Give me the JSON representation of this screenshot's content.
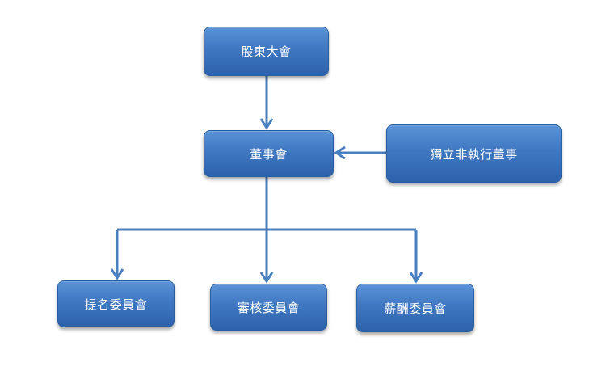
{
  "colors": {
    "node_fill": "#3f78c1",
    "node_border": "#2a5d9e",
    "connector": "#4a7fc0",
    "node_text": "#ffffff"
  },
  "nodes": {
    "shareholders": "股東大會",
    "board": "董事會",
    "independent_directors": "獨立非執行董事",
    "nomination_committee": "提名委員會",
    "audit_committee": "審核委員會",
    "remuneration_committee": "薪酬委員會"
  },
  "edges": [
    {
      "from": "shareholders",
      "to": "board"
    },
    {
      "from": "independent_directors",
      "to": "board"
    },
    {
      "from": "board",
      "to": "nomination_committee"
    },
    {
      "from": "board",
      "to": "audit_committee"
    },
    {
      "from": "board",
      "to": "remuneration_committee"
    }
  ]
}
